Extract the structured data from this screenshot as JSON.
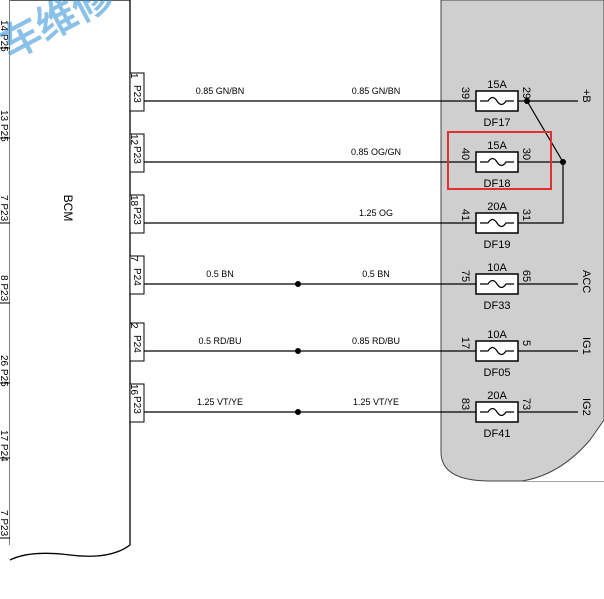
{
  "watermark": "车维修",
  "bcm_label": "BCM",
  "left_edge_labels": [
    "14 P25",
    "13 P25",
    "7 P23",
    "8 P23",
    "26 P25",
    "17 P24",
    "7 P23"
  ],
  "battery_label": "+B",
  "rows": [
    {
      "pin": "1",
      "conn": "P23",
      "wire_left": "0.85 GN/BN",
      "wire_right": "0.85 GN/BN",
      "splice": false,
      "fuse_rating": "15A",
      "fuse_name": "DF17",
      "in_pin": "39",
      "out_pin": "29",
      "out_label": ""
    },
    {
      "pin": "12",
      "conn": "P23",
      "wire_left": "",
      "wire_right": "0.85 OG/GN",
      "splice": false,
      "fuse_rating": "15A",
      "fuse_name": "DF18",
      "in_pin": "40",
      "out_pin": "30",
      "out_label": ""
    },
    {
      "pin": "18",
      "conn": "P23",
      "wire_left": "",
      "wire_right": "1.25 OG",
      "splice": false,
      "fuse_rating": "20A",
      "fuse_name": "DF19",
      "in_pin": "41",
      "out_pin": "31",
      "out_label": ""
    },
    {
      "pin": "7",
      "conn": "P24",
      "wire_left": "0.5 BN",
      "wire_right": "0.5 BN",
      "splice": true,
      "fuse_rating": "10A",
      "fuse_name": "DF33",
      "in_pin": "75",
      "out_pin": "65",
      "out_label": "ACC"
    },
    {
      "pin": "2",
      "conn": "P24",
      "wire_left": "0.5 RD/BU",
      "wire_right": "0.85 RD/BU",
      "splice": true,
      "fuse_rating": "10A",
      "fuse_name": "DF05",
      "in_pin": "17",
      "out_pin": "5",
      "out_label": "IG1"
    },
    {
      "pin": "16",
      "conn": "P23",
      "wire_left": "1.25 VT/YE",
      "wire_right": "1.25 VT/YE",
      "splice": true,
      "fuse_rating": "20A",
      "fuse_name": "DF41",
      "in_pin": "83",
      "out_pin": "73",
      "out_label": "IG2"
    }
  ],
  "highlight_index": 1,
  "colors": {
    "fuse_box_fill": "#cfcfcf",
    "highlight": "#e0302f",
    "wire": "#000000",
    "watermark": "#2a8fd6"
  }
}
